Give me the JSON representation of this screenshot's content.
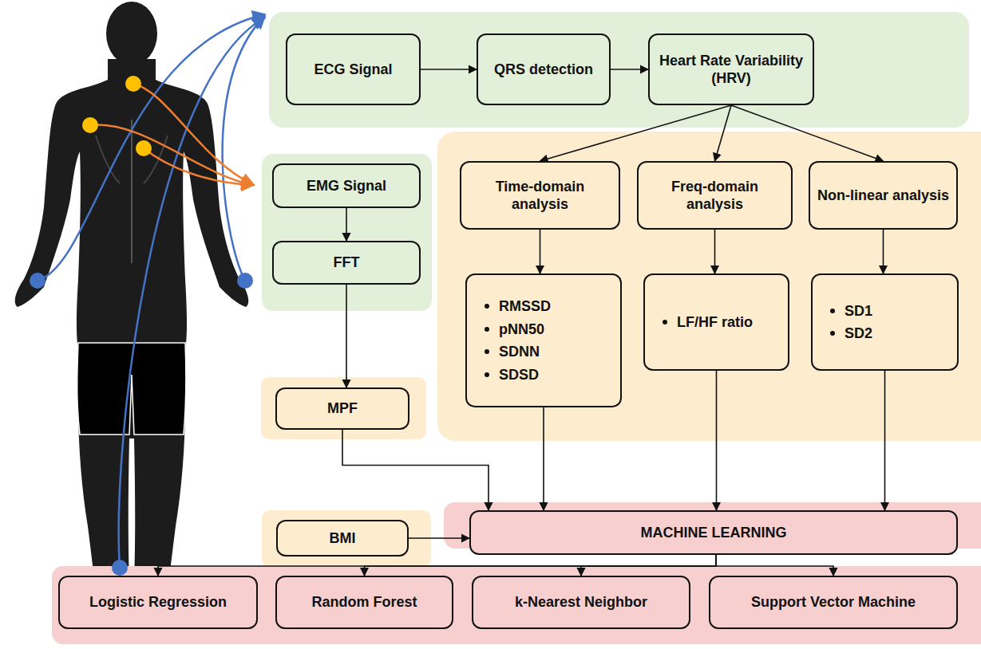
{
  "diagram": {
    "nodes": [
      {
        "text": [
          "ECG Signal"
        ]
      },
      {
        "text": [
          "QRS detection"
        ]
      },
      {
        "text": [
          "Heart Rate Variability (HRV)"
        ]
      },
      {
        "text": [
          "EMG Signal"
        ]
      },
      {
        "text": [
          "FFT"
        ]
      },
      {
        "text": [
          "Time-domain analysis"
        ]
      },
      {
        "text": [
          "Freq-domain analysis"
        ]
      },
      {
        "text": [
          "Non-linear analysis"
        ]
      },
      {
        "text": [
          "RMSSD",
          "pNN50",
          "SDNN",
          "SDSD"
        ]
      },
      {
        "text": [
          "LF/HF ratio"
        ]
      },
      {
        "text": [
          "SD1",
          "SD2"
        ]
      },
      {
        "text": [
          "MPF"
        ]
      },
      {
        "text": [
          "BMI"
        ]
      },
      {
        "text": [
          "MACHINE LEARNING"
        ]
      },
      {
        "text": [
          "Logistic Regression"
        ]
      },
      {
        "text": [
          "Random Forest"
        ]
      },
      {
        "text": [
          "k-Nearest Neighbor"
        ]
      },
      {
        "text": [
          "Support Vector Machine"
        ]
      }
    ],
    "edges": [
      {
        "from": 0,
        "to": 1,
        "arrow": "to"
      },
      {
        "from": 1,
        "to": 2,
        "arrow": "to"
      },
      {
        "from": 2,
        "to": 5,
        "arrow": "to"
      },
      {
        "from": 2,
        "to": 6,
        "arrow": "to"
      },
      {
        "from": 2,
        "to": 7,
        "arrow": "to"
      },
      {
        "from": 3,
        "to": 4,
        "arrow": "to"
      },
      {
        "from": 4,
        "to": 11,
        "arrow": "to"
      },
      {
        "from": 5,
        "to": 8,
        "arrow": "to"
      },
      {
        "from": 6,
        "to": 9,
        "arrow": "to"
      },
      {
        "from": 7,
        "to": 10,
        "arrow": "to"
      },
      {
        "from": 11,
        "to": 13,
        "arrow": "to"
      },
      {
        "from": 8,
        "to": 13,
        "arrow": "to"
      },
      {
        "from": 9,
        "to": 13,
        "arrow": "to"
      },
      {
        "from": 10,
        "to": 13,
        "arrow": "to"
      },
      {
        "from": 12,
        "to": 13,
        "arrow": "to"
      },
      {
        "from": 13,
        "to": 14,
        "arrow": "to"
      },
      {
        "from": 13,
        "to": 15,
        "arrow": "to"
      },
      {
        "from": 13,
        "to": 16,
        "arrow": "to"
      },
      {
        "from": 13,
        "to": 17,
        "arrow": "to"
      }
    ]
  }
}
